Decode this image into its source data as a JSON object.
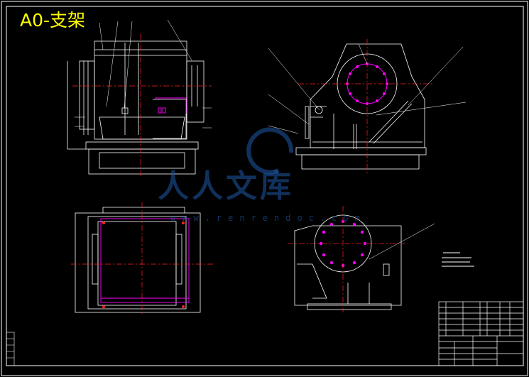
{
  "drawing": {
    "title": "A0-支架"
  },
  "watermark": {
    "brand": "人人文库",
    "url": "www.renrendoc.com"
  },
  "colors": {
    "background": "#000000",
    "outline": "#ffffff",
    "centerline": "#ff2020",
    "highlight": "#ff00ff",
    "title": "#ffff00",
    "watermark": "#1e5aa8"
  }
}
